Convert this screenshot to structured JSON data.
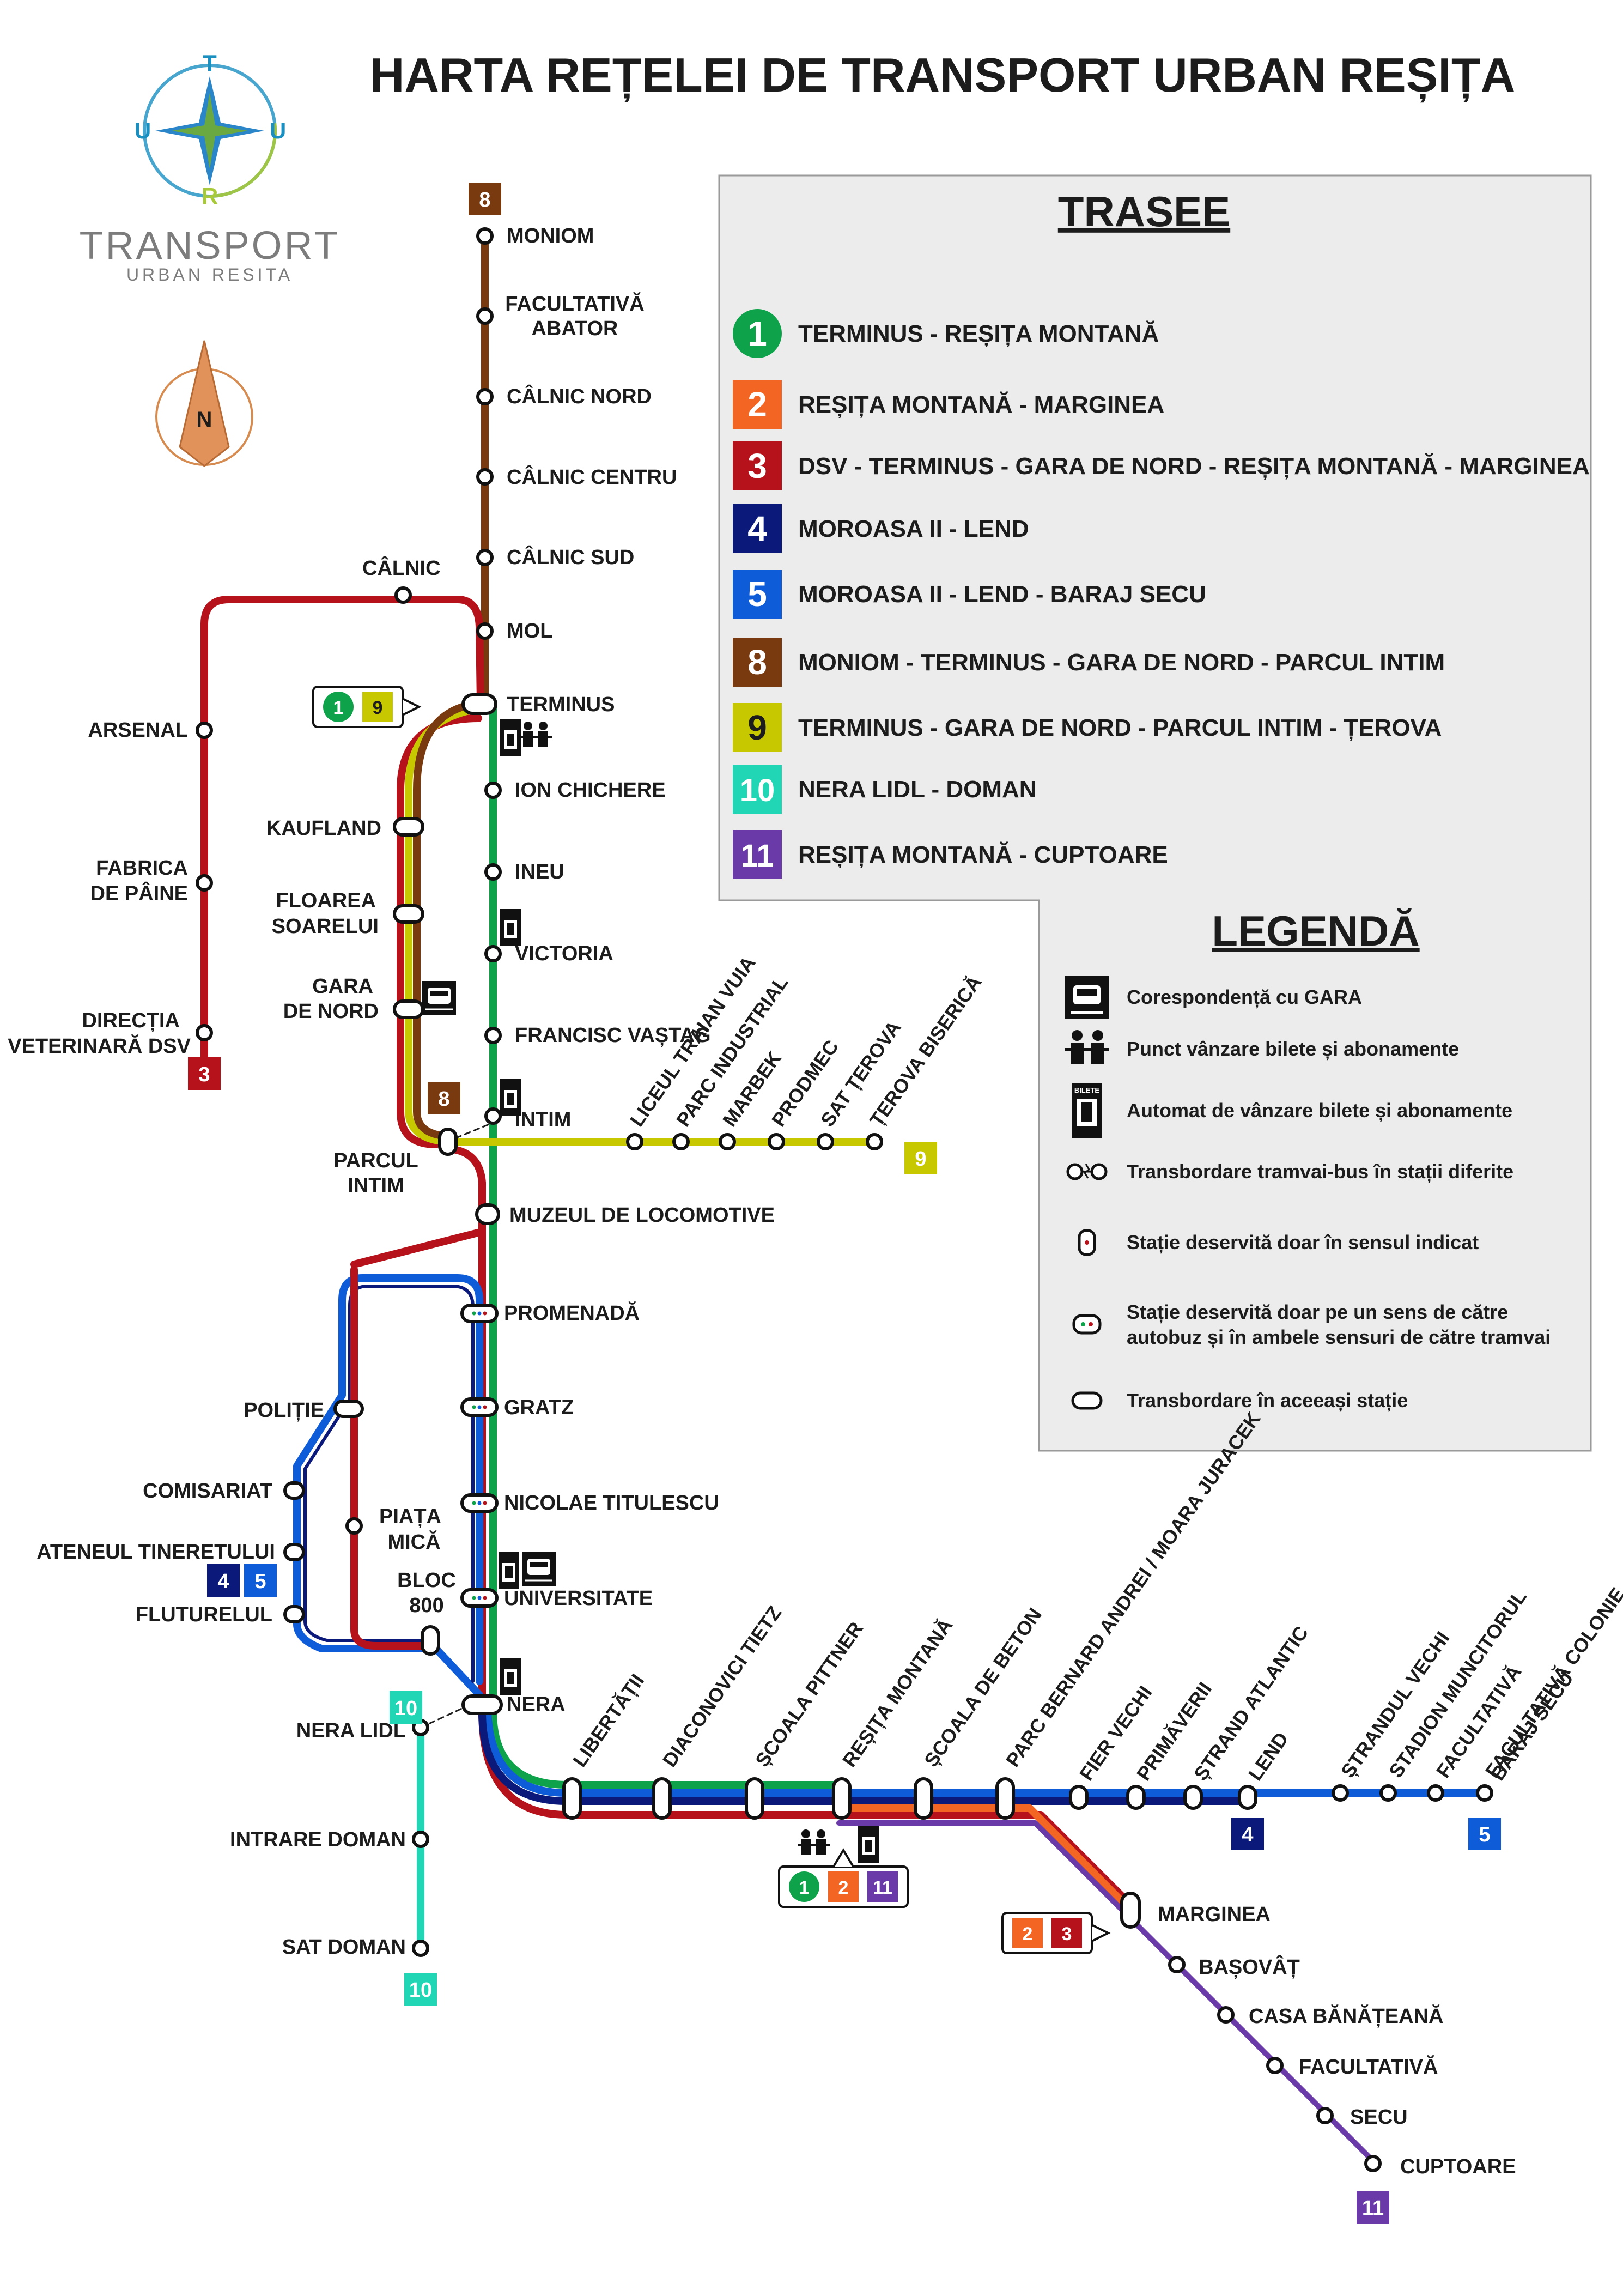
{
  "title": "HARTA REȚELEI DE TRANSPORT URBAN REȘIȚA",
  "logo": {
    "letters": [
      "T",
      "U",
      "R",
      "U"
    ],
    "name": "TRANSPORT",
    "sub": "URBAN RESITA"
  },
  "compass": "N",
  "colors": {
    "l1": "#0ea34a",
    "l2": "#f26522",
    "l3": "#b5121b",
    "l4": "#0b1a7a",
    "l5": "#0f5cd9",
    "l8": "#7a3a0f",
    "l9": "#c8c800",
    "l10": "#20d6b4",
    "l11": "#6a3aa8"
  },
  "routes": {
    "heading": "TRASEE",
    "items": [
      {
        "num": "1",
        "color": "#0ea34a",
        "shape": "circle",
        "text": "TERMINUS - REȘIȚA MONTANĂ"
      },
      {
        "num": "2",
        "color": "#f26522",
        "shape": "square",
        "text": "REȘIȚA MONTANĂ - MARGINEA"
      },
      {
        "num": "3",
        "color": "#b5121b",
        "shape": "square",
        "text": "DSV - TERMINUS - GARA DE NORD - REȘIȚA MONTANĂ - MARGINEA"
      },
      {
        "num": "4",
        "color": "#0b1a7a",
        "shape": "square",
        "text": "MOROASA II - LEND"
      },
      {
        "num": "5",
        "color": "#0f5cd9",
        "shape": "square",
        "text": "MOROASA II - LEND  - BARAJ SECU"
      },
      {
        "num": "8",
        "color": "#7a3a0f",
        "shape": "square",
        "text": "MONIOM - TERMINUS - GARA DE NORD - PARCUL INTIM"
      },
      {
        "num": "9",
        "color": "#c8c800",
        "shape": "square",
        "text": "TERMINUS - GARA DE NORD - PARCUL INTIM -  ȚEROVA",
        "dark": true
      },
      {
        "num": "10",
        "color": "#20d6b4",
        "shape": "square",
        "text": "NERA LIDL - DOMAN"
      },
      {
        "num": "11",
        "color": "#6a3aa8",
        "shape": "square",
        "text": "REȘIȚA MONTANĂ - CUPTOARE"
      }
    ]
  },
  "legend": {
    "heading": "LEGENDĂ",
    "items": [
      {
        "icon": "train-connection-icon",
        "text": "Corespondență cu GARA"
      },
      {
        "icon": "ticket-office-icon",
        "text": "Punct vânzare bilete și abonamente"
      },
      {
        "icon": "ticket-machine-icon",
        "text": "Automat de vânzare bilete și abonamente",
        "badge": "BILETE"
      },
      {
        "icon": "transfer-tram-bus-icon",
        "text": "Transbordare tramvai-bus în stații diferite"
      },
      {
        "icon": "one-direction-stop-icon",
        "text": "Stație deservită doar în sensul indicat"
      },
      {
        "icon": "mixed-direction-stop-icon",
        "text": "Stație deservită doar pe un sens de către",
        "text2": "autobuz și în ambele sensuri de către tramvai"
      },
      {
        "icon": "same-stop-transfer-icon",
        "text": "Transbordare în aceeași stație"
      }
    ]
  },
  "stations": {
    "moniom": "MONIOM",
    "abator1": "FACULTATIVĂ",
    "abator2": "ABATOR",
    "calnic_nord": "CÂLNIC NORD",
    "calnic_centru": "CÂLNIC CENTRU",
    "calnic_sud": "CÂLNIC SUD",
    "mol": "MOL",
    "terminus": "TERMINUS",
    "calnic": "CÂLNIC",
    "arsenal": "ARSENAL",
    "fabrica1": "FABRICA",
    "fabrica2": "DE PÂINE",
    "dsv1": "DIRECȚIA",
    "dsv2": "VETERINARĂ DSV",
    "ion_chichere": "ION CHICHERE",
    "ineu": "INEU",
    "victoria": "VICTORIA",
    "vastag": "FRANCISC VAȘTAG",
    "intim": "INTIM",
    "kaufland": "KAUFLAND",
    "floarea1": "FLOAREA",
    "floarea2": "SOARELUI",
    "gara1": "GARA",
    "gara2": "DE NORD",
    "parcul1": "PARCUL",
    "parcul2": "INTIM",
    "muzeul": "MUZEUL DE LOCOMOTIVE",
    "promenada": "PROMENADĂ",
    "gratz": "GRATZ",
    "titulescu": "NICOLAE TITULESCU",
    "universitate": "UNIVERSITATE",
    "nera": "NERA",
    "politie": "POLIȚIE",
    "comisariat": "COMISARIAT",
    "ateneul": "ATENEUL TINERETULUI",
    "fluturelul": "FLUTURELUL",
    "piata1": "PIAȚA",
    "piata2": "MICĂ",
    "bloc1": "BLOC",
    "bloc2": "800",
    "nera_lidl": "NERA LIDL",
    "intrare_doman": "INTRARE DOMAN",
    "sat_doman": "SAT DOMAN",
    "marginea": "MARGINEA",
    "basovat": "BAȘOVÂȚ",
    "casa": "CASA BĂNĂȚEANĂ",
    "facultativa": "FACULTATIVĂ",
    "secu": "SECU",
    "cuptoare": "CUPTOARE"
  },
  "rotated_stations": {
    "l9": [
      "LICEUL TRAIAN VUIA",
      "PARC INDUSTRIAL",
      "MARBEK",
      "PRODMEC",
      "SAT ȚEROVA",
      "ȚEROVA BISERICĂ"
    ],
    "main": [
      "LIBERTĂȚII",
      "DIACONOVICI TIETZ",
      "ȘCOALA PITTNER",
      "REȘIȚA MONTANĂ",
      "ȘCOALA DE BETON",
      "PARC BERNARD ANDREI / MOARA JURACEK",
      "FIER VECHI",
      "PRIMĂVERII",
      "ȘTRAND ATLANTIC",
      "LEND",
      "ȘTRANDUL VECHI",
      "STADION MUNCITORUL",
      "FACULTATIVĂ",
      "FACULTATIVĂ COLONIE",
      "BARAJ SECU"
    ]
  },
  "line_tags": {
    "l1": "1",
    "l2": "2",
    "l3": "3",
    "l4": "4",
    "l5": "5",
    "l8": "8",
    "l9": "9",
    "l10": "10",
    "l11": "11"
  }
}
